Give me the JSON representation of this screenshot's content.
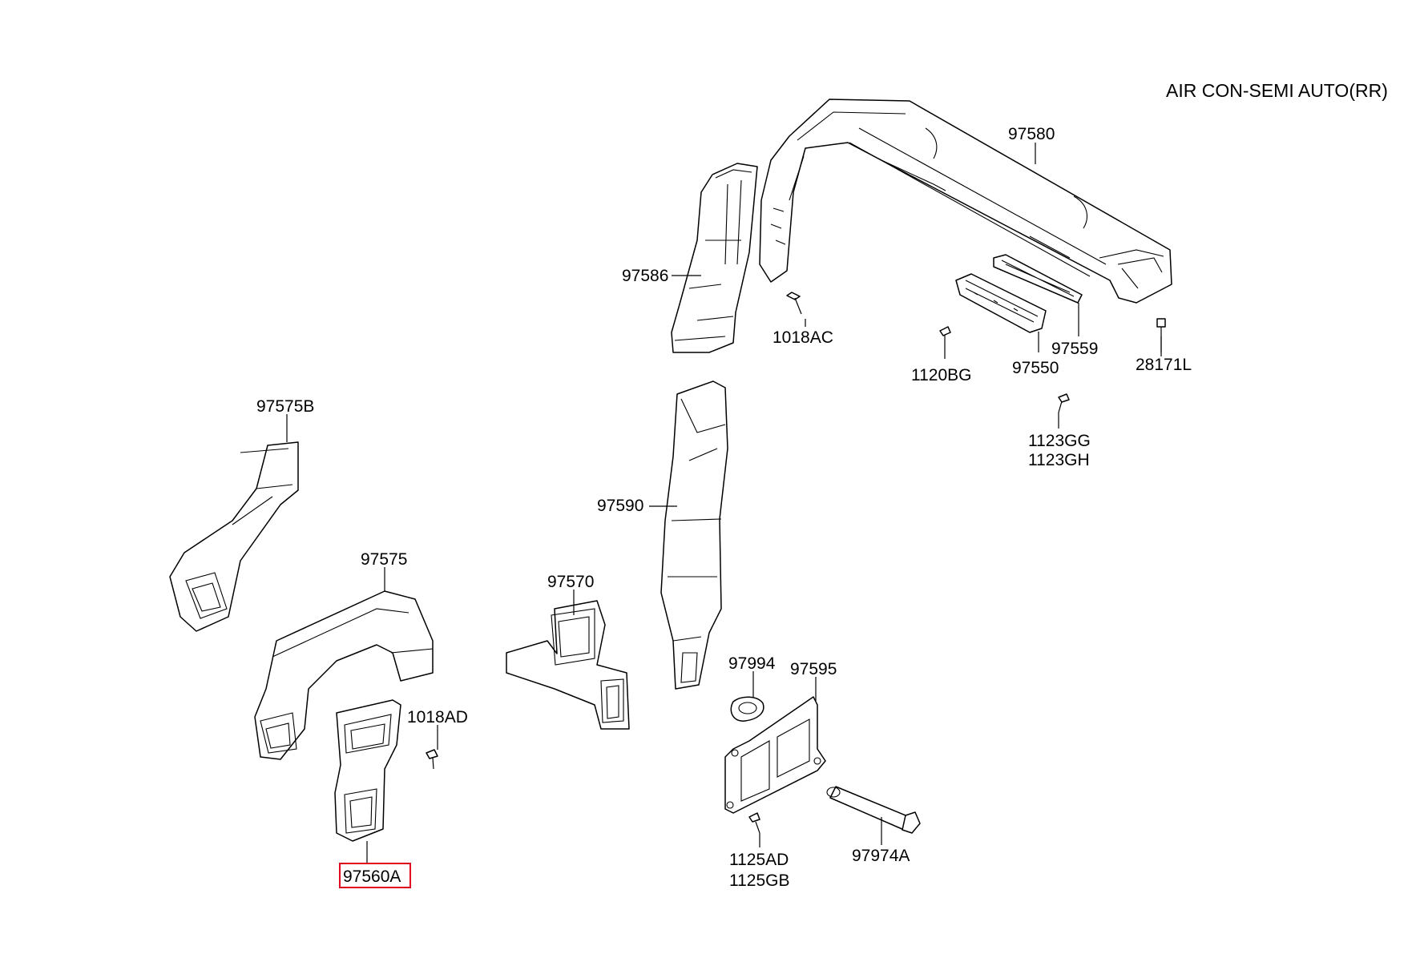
{
  "title": "AIR CON-SEMI AUTO(RR)",
  "highlighted": "97560A",
  "highlight_color": "#e0001b",
  "labels": {
    "p97580": "97580",
    "p97586": "97586",
    "p1018AC": "1018AC",
    "p97559": "97559",
    "p97550": "97550",
    "p1120BG": "1120BG",
    "p28171L": "28171L",
    "p1123GG": "1123GG",
    "p1123GH": "1123GH",
    "p97575B": "97575B",
    "p97590": "97590",
    "p97575": "97575",
    "p97570": "97570",
    "p1018AD": "1018AD",
    "p97994": "97994",
    "p97595": "97595",
    "p97560A": "97560A",
    "p1125AD": "1125AD",
    "p1125GB": "1125GB",
    "p97974A": "97974A"
  }
}
